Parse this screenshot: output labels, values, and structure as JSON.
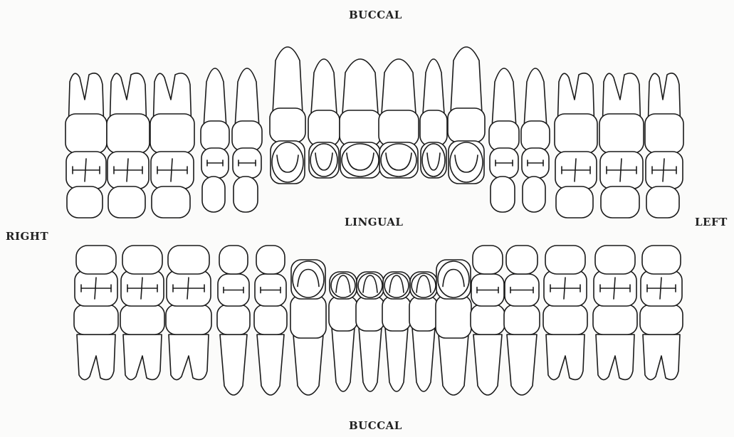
{
  "labels": {
    "buccal_top": "BUCCAL",
    "lingual": "LINGUAL",
    "right": "RIGHT",
    "left": "LEFT",
    "buccal_bottom": "BUCCAL"
  },
  "upper_arch": [
    {
      "type": "molar"
    },
    {
      "type": "molar"
    },
    {
      "type": "molar"
    },
    {
      "type": "premolar"
    },
    {
      "type": "premolar"
    },
    {
      "type": "canine"
    },
    {
      "type": "incisor"
    },
    {
      "type": "incisor"
    },
    {
      "type": "incisor"
    },
    {
      "type": "incisor"
    },
    {
      "type": "canine"
    },
    {
      "type": "premolar"
    },
    {
      "type": "premolar"
    },
    {
      "type": "molar"
    },
    {
      "type": "molar"
    },
    {
      "type": "molar"
    }
  ],
  "lower_arch": [
    {
      "type": "molar"
    },
    {
      "type": "molar"
    },
    {
      "type": "molar"
    },
    {
      "type": "premolar"
    },
    {
      "type": "premolar"
    },
    {
      "type": "canine"
    },
    {
      "type": "incisor"
    },
    {
      "type": "incisor"
    },
    {
      "type": "incisor"
    },
    {
      "type": "incisor"
    },
    {
      "type": "canine"
    },
    {
      "type": "premolar"
    },
    {
      "type": "premolar"
    },
    {
      "type": "molar"
    },
    {
      "type": "molar"
    },
    {
      "type": "molar"
    }
  ],
  "colors": {
    "outline": "#1a1a1a",
    "paper": "#fbfbfa"
  }
}
